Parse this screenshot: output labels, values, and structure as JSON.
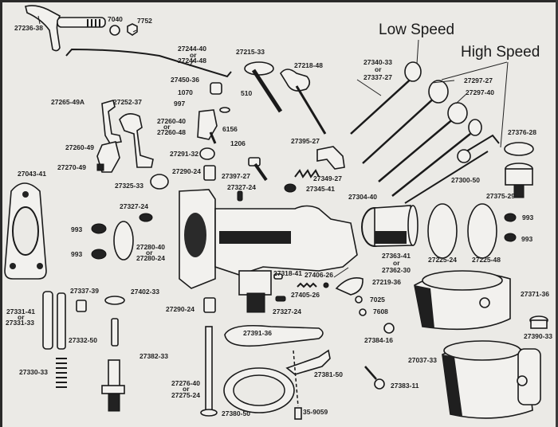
{
  "diagram": {
    "title": "Carburetor exploded parts diagram",
    "headings": {
      "low_speed": "Low Speed",
      "high_speed": "High Speed"
    },
    "parts": [
      {
        "id": "p27236-38",
        "label": "27236-38"
      },
      {
        "id": "p7040",
        "label": "7040"
      },
      {
        "id": "p7752",
        "label": "7752"
      },
      {
        "id": "p27244",
        "label": "27244-40",
        "alt_or": "or",
        "alt": "27244-48"
      },
      {
        "id": "p27215-33",
        "label": "27215-33"
      },
      {
        "id": "p27218-48",
        "label": "27218-48"
      },
      {
        "id": "p27450-36",
        "label": "27450-36"
      },
      {
        "id": "p510",
        "label": "510"
      },
      {
        "id": "p1070",
        "label": "1070"
      },
      {
        "id": "p997",
        "label": "997"
      },
      {
        "id": "p27265-49A",
        "label": "27265-49A"
      },
      {
        "id": "p27252-37",
        "label": "27252-37"
      },
      {
        "id": "p27260-40",
        "label": "27260-40",
        "alt_or": "or",
        "alt": "27260-48"
      },
      {
        "id": "p6156",
        "label": "6156"
      },
      {
        "id": "p1206",
        "label": "1206"
      },
      {
        "id": "p27260-49",
        "label": "27260-49"
      },
      {
        "id": "p27270-49",
        "label": "27270-49"
      },
      {
        "id": "p27291-32",
        "label": "27291-32"
      },
      {
        "id": "p27290-24a",
        "label": "27290-24"
      },
      {
        "id": "p27325-33",
        "label": "27325-33"
      },
      {
        "id": "p27397-27",
        "label": "27397-27"
      },
      {
        "id": "p27395-27",
        "label": "27395-27"
      },
      {
        "id": "p27349-27",
        "label": "27349-27"
      },
      {
        "id": "p27345-41",
        "label": "27345-41"
      },
      {
        "id": "p27327-24a",
        "label": "27327-24"
      },
      {
        "id": "p27327-24b",
        "label": "27327-24"
      },
      {
        "id": "p27340",
        "label": "27340-33",
        "alt_or": "or",
        "alt": "27337-27"
      },
      {
        "id": "p27297-27",
        "label": "27297-27"
      },
      {
        "id": "p27297-40",
        "label": "27297-40"
      },
      {
        "id": "p27376-28",
        "label": "27376-28"
      },
      {
        "id": "p27300-50",
        "label": "27300-50"
      },
      {
        "id": "p27304-40",
        "label": "27304-40"
      },
      {
        "id": "p27375-29",
        "label": "27375-29"
      },
      {
        "id": "p27043-41",
        "label": "27043-41"
      },
      {
        "id": "p993a",
        "label": "993"
      },
      {
        "id": "p993b",
        "label": "993"
      },
      {
        "id": "p993c",
        "label": "993"
      },
      {
        "id": "p993d",
        "label": "993"
      },
      {
        "id": "p27280",
        "label": "27280-40",
        "alt_or": "or",
        "alt": "27280-24"
      },
      {
        "id": "p27363",
        "label": "27363-41",
        "alt_or": "or",
        "alt": "27362-30"
      },
      {
        "id": "p27225-24",
        "label": "27225-24"
      },
      {
        "id": "p27225-48",
        "label": "27225-48"
      },
      {
        "id": "p27318-41",
        "label": "27318-41"
      },
      {
        "id": "p27406-26",
        "label": "27406-26"
      },
      {
        "id": "p27219-36",
        "label": "27219-36"
      },
      {
        "id": "p27405-26",
        "label": "27405-26"
      },
      {
        "id": "p27327-24c",
        "label": "27327-24"
      },
      {
        "id": "p7025",
        "label": "7025"
      },
      {
        "id": "p7608",
        "label": "7608"
      },
      {
        "id": "p27371-36",
        "label": "27371-36"
      },
      {
        "id": "p27337-39",
        "label": "27337-39"
      },
      {
        "id": "p27402-33",
        "label": "27402-33"
      },
      {
        "id": "p27290-24b",
        "label": "27290-24"
      },
      {
        "id": "p27331",
        "label": "27331-41",
        "alt_or": "or",
        "alt": "27331-33"
      },
      {
        "id": "p27332-50",
        "label": "27332-50"
      },
      {
        "id": "p27382-33",
        "label": "27382-33"
      },
      {
        "id": "p27330-33",
        "label": "27330-33"
      },
      {
        "id": "p27391-36",
        "label": "27391-36"
      },
      {
        "id": "p27384-16",
        "label": "27384-16"
      },
      {
        "id": "p27390-33",
        "label": "27390-33"
      },
      {
        "id": "p27381-50",
        "label": "27381-50"
      },
      {
        "id": "p27037-33",
        "label": "27037-33"
      },
      {
        "id": "p27276",
        "label": "27276-40",
        "alt_or": "or",
        "alt": "27275-24"
      },
      {
        "id": "p27383-11",
        "label": "27383-11"
      },
      {
        "id": "p27380-50",
        "label": "27380-50"
      },
      {
        "id": "p35-9059",
        "label": "35-9059"
      }
    ]
  }
}
